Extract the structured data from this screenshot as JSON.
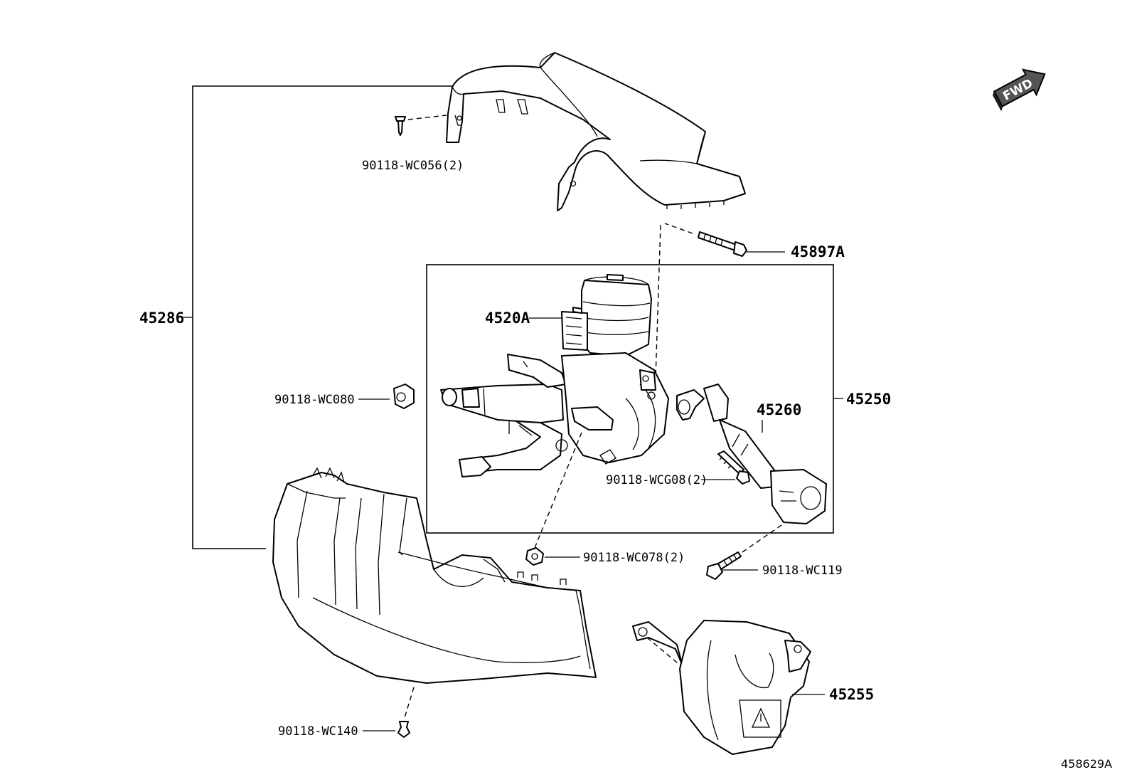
{
  "labels": {
    "screw_top": "90118-WC056(2)",
    "bolt_45897a": "45897A",
    "assy_45286": "45286",
    "motor_4520a": "4520A",
    "nut_wc080": "90118-WC080",
    "column_45250": "45250",
    "shaft_45260": "45260",
    "bolt_wcg08": "90118-WCG08(2)",
    "nut_wc078": "90118-WC078(2)",
    "bolt_wc119": "90118-WC119",
    "screw_wc140": "90118-WC140",
    "cover_45255": "45255",
    "diagram_id": "458629A"
  },
  "fwd_badge": {
    "text": "FWD"
  },
  "icons": [
    "fwd-arrow-icon",
    "warning-triangle-icon"
  ]
}
